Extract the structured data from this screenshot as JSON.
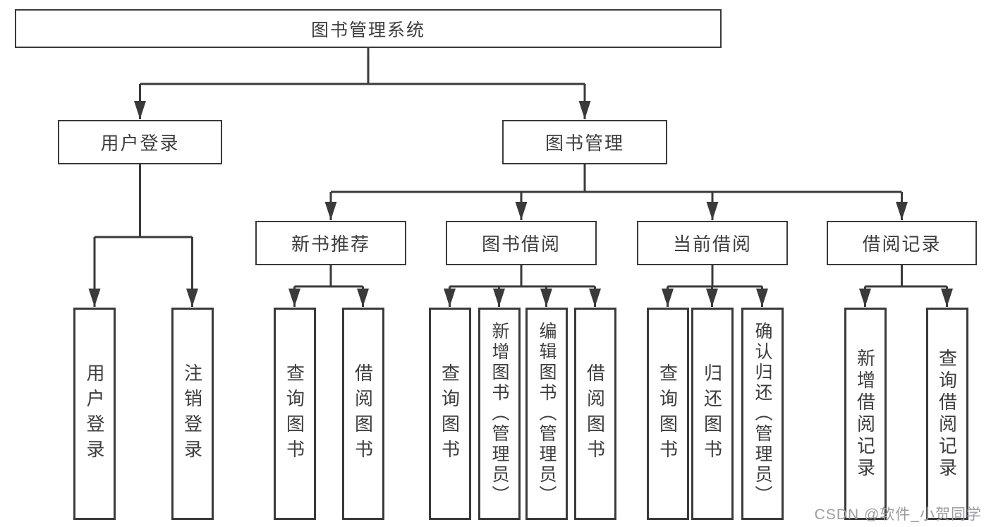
{
  "colors": {
    "line": "#3a3a3a",
    "text": "#3d3d3d",
    "watermark": "#9b9ba6",
    "background": "#ffffff"
  },
  "tree": {
    "root": {
      "label": "图书管理系统"
    },
    "branches": [
      {
        "label": "用户登录",
        "children": [
          {
            "label": "用户登录"
          },
          {
            "label": "注销登录"
          }
        ]
      },
      {
        "label": "图书管理",
        "children": [
          {
            "label": "新书推荐",
            "children": [
              {
                "label": "查询图书"
              },
              {
                "label": "借阅图书"
              }
            ]
          },
          {
            "label": "图书借阅",
            "children": [
              {
                "label": "查询图书"
              },
              {
                "label": "新增图书（管理员）"
              },
              {
                "label": "编辑图书（管理员）"
              },
              {
                "label": "借阅图书"
              }
            ]
          },
          {
            "label": "当前借阅",
            "children": [
              {
                "label": "查询图书"
              },
              {
                "label": "归还图书"
              },
              {
                "label": "确认归还（管理员）"
              }
            ]
          },
          {
            "label": "借阅记录",
            "children": [
              {
                "label": "新增借阅记录"
              },
              {
                "label": "查询借阅记录"
              }
            ]
          }
        ]
      }
    ]
  },
  "watermark": {
    "text": "CSDN @软件_小贺同学"
  }
}
